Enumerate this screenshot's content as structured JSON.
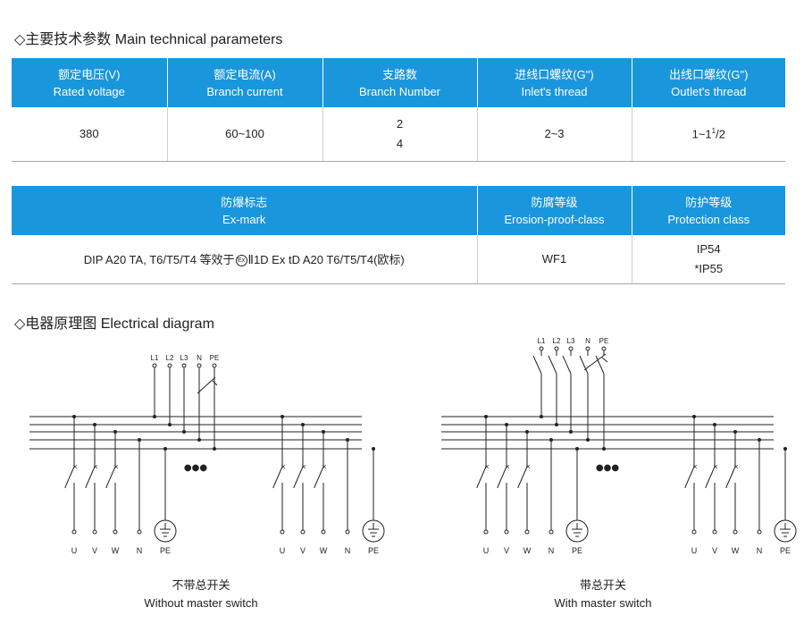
{
  "section1": {
    "title": "◇主要技术参数 Main technical parameters"
  },
  "table1": {
    "headers": [
      {
        "cn": "额定电压(V)",
        "en": "Rated voltage"
      },
      {
        "cn": "额定电流(A)",
        "en": "Branch current"
      },
      {
        "cn": "支路数",
        "en": "Branch Number"
      },
      {
        "cn": "进线口螺纹(G\")",
        "en": "Inlet's thread"
      },
      {
        "cn": "出线口螺纹(G\")",
        "en": "Outlet's thread"
      }
    ],
    "row": {
      "voltage": "380",
      "current": "60~100",
      "branch": [
        "2",
        "4"
      ],
      "inlet": "2~3",
      "outlet_base": "1~1",
      "outlet_sup": "1",
      "outlet_tail": "/2"
    }
  },
  "table2": {
    "headers": [
      {
        "cn": "防爆标志",
        "en": "Ex-mark"
      },
      {
        "cn": "防腐等级",
        "en": "Erosion-proof-class"
      },
      {
        "cn": "防护等级",
        "en": "Protection class"
      }
    ],
    "row": {
      "exmark_before": "DIP A20 TA, T6/T5/T4  等效于",
      "exmark_symbol": "Ex",
      "exmark_after": "Ⅱ1D Ex tD A20 T6/T5/T4(欧标)",
      "erosion": "WF1",
      "protection": [
        "IP54",
        "*IP55"
      ]
    }
  },
  "section2": {
    "title": "◇电器原理图 Electrical diagram"
  },
  "diagram": {
    "input_labels": [
      "L1",
      "L2",
      "L3",
      "N",
      "PE"
    ],
    "output_labels": [
      "U",
      "V",
      "W",
      "N",
      "PE"
    ],
    "ellipsis": "●●●",
    "left_caption_cn": "不带总开关",
    "left_caption_en": "Without master switch",
    "right_caption_cn": "带总开关",
    "right_caption_en": "With master switch"
  }
}
